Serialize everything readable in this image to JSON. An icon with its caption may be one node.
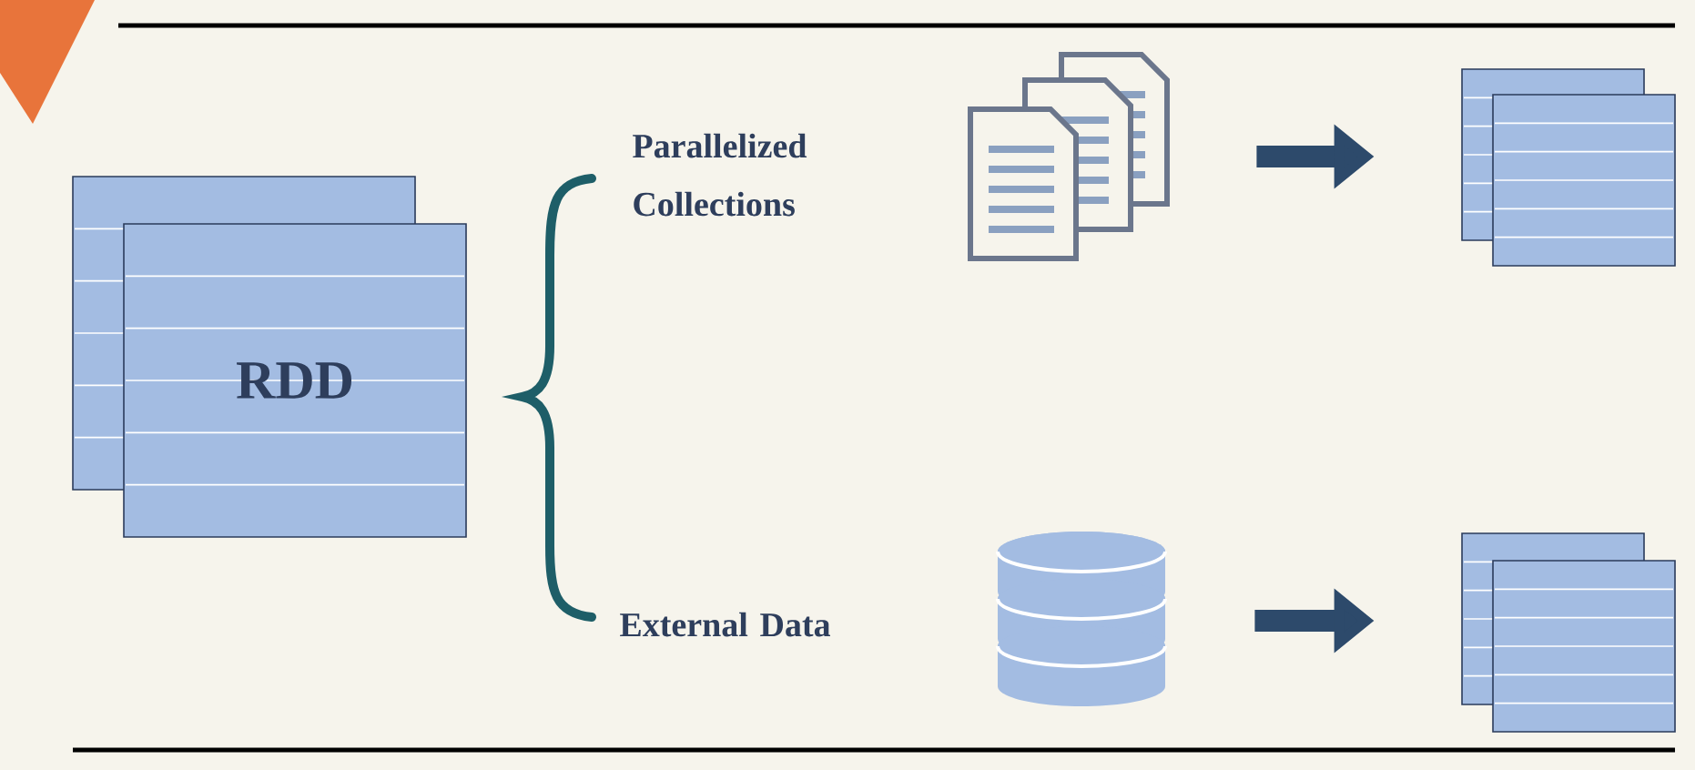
{
  "diagram": {
    "nodes": [
      {
        "text": [
          "RDD"
        ]
      },
      {
        "text": [
          "Parallelized Collections"
        ]
      },
      {
        "text": [],
        "shape": "picture"
      },
      {
        "text": [],
        "shape": "box"
      },
      {
        "text": [
          "External Data"
        ]
      },
      {
        "text": [],
        "shape": "cylinder"
      },
      {
        "text": [],
        "shape": "box"
      }
    ],
    "edges": [
      {
        "from": 2,
        "to": 3,
        "arrow": "to"
      },
      {
        "from": 5,
        "to": 6,
        "arrow": "to"
      }
    ]
  }
}
